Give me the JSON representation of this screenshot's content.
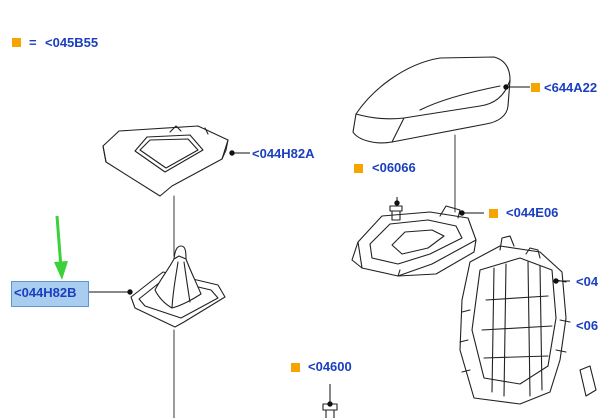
{
  "legend": {
    "equals": "=",
    "code": "<045B55"
  },
  "labels": {
    "armrest_lid": "<644A22",
    "gear_surround": "<044H82A",
    "screw_top": "<06066",
    "console_tray": "<044E06",
    "selected_boot": "<044H82B",
    "mechanism_right": "<04",
    "mechanism_right2": "<06",
    "screw_bottom": "<04600"
  },
  "colors": {
    "label_text": "#1a3fbf",
    "marker": "#f5a400",
    "selection_fill": "#a9cdee",
    "pointer_arrow": "#3ad13a"
  },
  "icons": {
    "marker": "orange-square-icon",
    "pointer": "green-arrow-icon"
  }
}
